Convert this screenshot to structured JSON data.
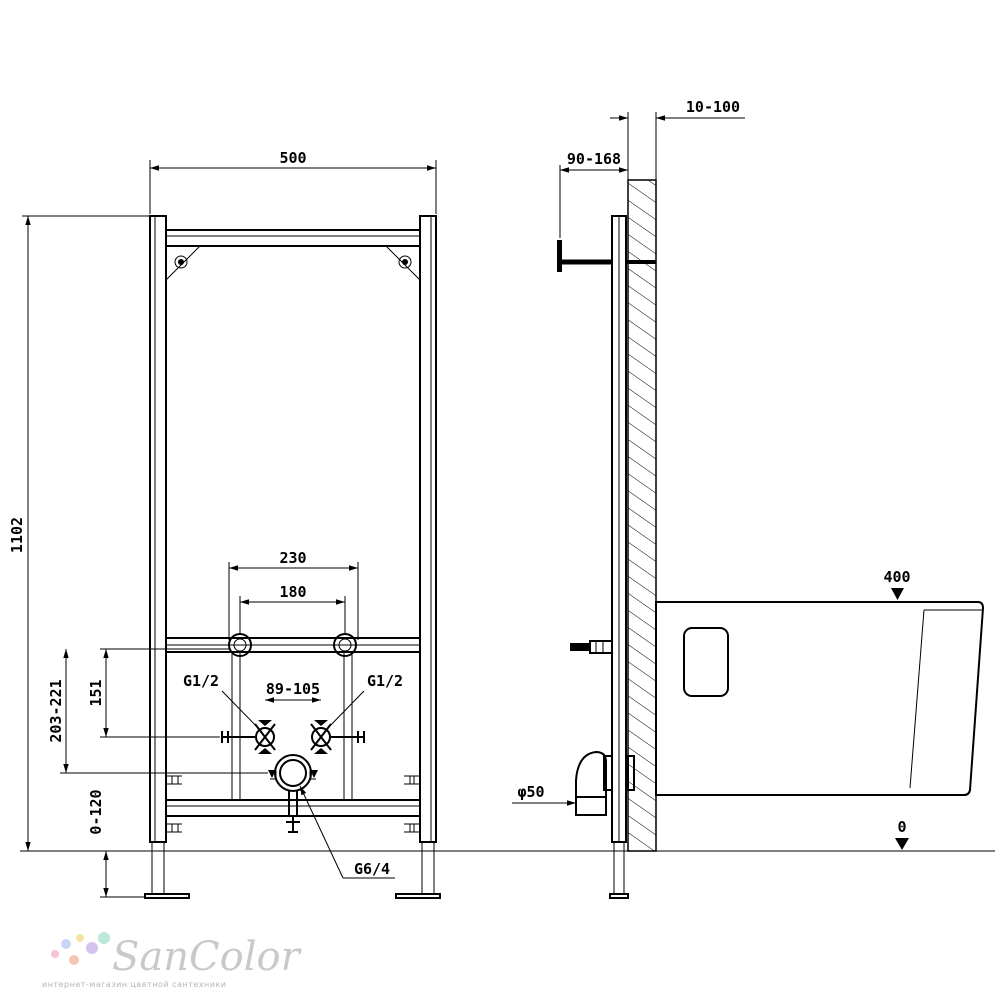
{
  "front_view": {
    "width_label": "500",
    "height_label": "1102",
    "outer_pipe_spacing_label": "230",
    "inner_pipe_spacing_label": "180",
    "valve_spacing_label": "89-105",
    "left_connection_label": "G1/2",
    "right_connection_label": "G1/2",
    "drain_connection_label": "G6/4",
    "supply_height_label": "203-221",
    "bracket_height_label": "151",
    "leg_adjust_label": "0-120"
  },
  "side_view": {
    "wall_gap_label": "10-100",
    "depth_label": "90-168",
    "drain_diameter_label": "φ50",
    "bowl_height_label": "400",
    "floor_level_label": "0"
  },
  "logo": {
    "brand": "SanColor",
    "tagline": "интернет-магазин цветной сантехники",
    "dot_colors": [
      "#f6c2d8",
      "#c9d7f5",
      "#f7e3a5",
      "#d4c3f0",
      "#bde7d7",
      "#f5c6b4"
    ]
  }
}
